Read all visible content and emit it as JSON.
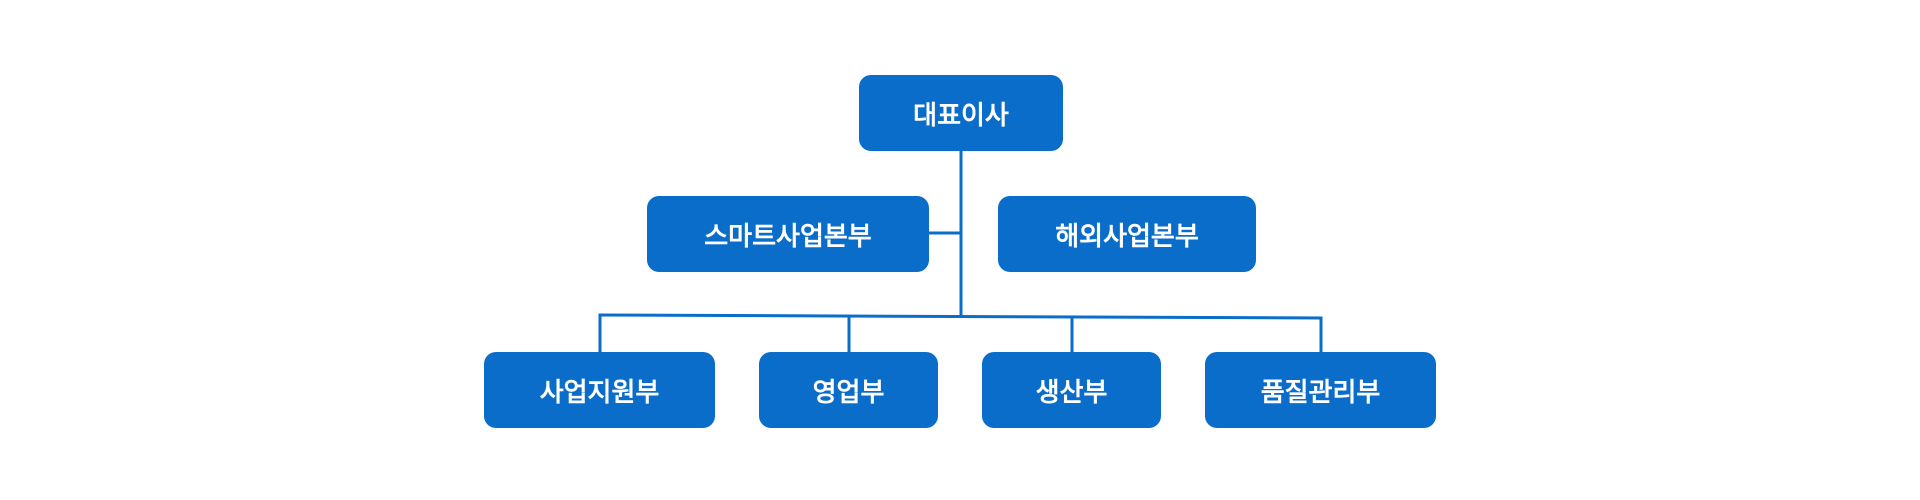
{
  "org_chart": {
    "ceo": "대표이사",
    "divisions": {
      "smart_business": "스마트사업본부",
      "overseas_business": "해외사업본부"
    },
    "departments": {
      "business_support": "사업지원부",
      "sales": "영업부",
      "production": "생산부",
      "quality_management": "품질관리부"
    }
  },
  "colors": {
    "box": "#0a6dc9",
    "line": "#0a6dc9",
    "text": "#ffffff"
  }
}
